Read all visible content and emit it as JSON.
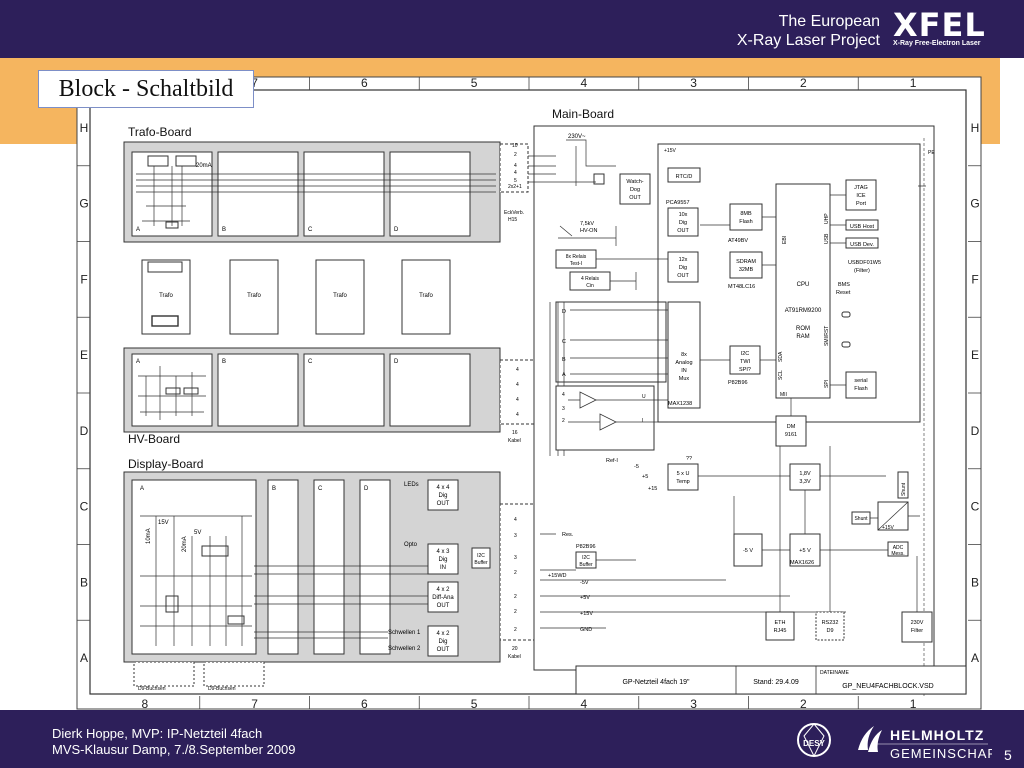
{
  "header": {
    "org_line1": "The European",
    "org_line2": "X-Ray Laser Project",
    "logo_text": "XFEL",
    "logo_subtitle": "X-Ray Free-Electron Laser"
  },
  "slide": {
    "title": "Block - Schaltbild",
    "page_number": "5"
  },
  "footer": {
    "line1": "Dierk Hoppe, MVP:  IP-Netzteil 4fach",
    "line2": "MVS-Klausur Damp, 7./8.September 2009",
    "desy_label": "DESY",
    "helmholtz_line1": "HELMHOLTZ",
    "helmholtz_line2": "GEMEINSCHAFT"
  },
  "schematic": {
    "grid_cols": [
      "8",
      "7",
      "6",
      "5",
      "4",
      "3",
      "2",
      "1"
    ],
    "grid_rows": [
      "H",
      "G",
      "F",
      "E",
      "D",
      "C",
      "B",
      "A"
    ],
    "trafo_board": {
      "title": "Trafo-Board",
      "relay_label": "20mA",
      "slots": [
        "A",
        "B",
        "C",
        "D"
      ]
    },
    "trafos": [
      "Trafo",
      "Trafo",
      "Trafo",
      "Trafo"
    ],
    "hv_board": {
      "title": "HV-Board",
      "slots": [
        "A",
        "B",
        "C",
        "D"
      ]
    },
    "display_board": {
      "title": "Display-Board",
      "slots": [
        "A",
        "B",
        "C",
        "D"
      ],
      "leds_label": "LEDs",
      "led_block": [
        "4 x 4",
        "Dig",
        "OUT"
      ],
      "opto_label": "Opto",
      "dig_in_block": [
        "4 x 3",
        "Dig",
        "IN"
      ],
      "diff_block": [
        "4 x 2",
        "Diff-Ana",
        "OUT"
      ],
      "dig_out_block": [
        "4 x 2",
        "Dig",
        "OUT"
      ],
      "schwellen1": "Schwellen 1",
      "schwellen2": "Schwellen 2",
      "i2c_buffer": [
        "I2C",
        "Buffer"
      ],
      "v15": "15V",
      "v5": "5V",
      "ma10": "10mA",
      "ma20": "20mA"
    },
    "connectors": {
      "c1_label1": "EckVerb.",
      "c1_label2": "H15",
      "c1_pins": [
        "10",
        "2",
        "4",
        "4",
        "5",
        "2x2+1"
      ],
      "c2_pins": [
        "4",
        "4",
        "4",
        "4"
      ],
      "c2_cable": [
        "16",
        "Kabel"
      ],
      "c3_pins": [
        "4",
        "3",
        "3",
        "2",
        "2",
        "2",
        "2"
      ],
      "c3_cable": [
        "20",
        "Kabel"
      ]
    },
    "main_board": {
      "title": "Main-Board",
      "mains": "230V~",
      "v15": "+15V",
      "pe": "PE",
      "rtc": "RTC/D",
      "watchdog": [
        "Watch-",
        "Dog",
        "OUT"
      ],
      "pca": "PCA9557",
      "dig10": [
        "10x",
        "Dig",
        "OUT"
      ],
      "relay_label": [
        "7,5kV",
        "HV-ON"
      ],
      "relais": [
        "8x Relais",
        "Test-I"
      ],
      "dig12": [
        "12x",
        "Dig",
        "OUT"
      ],
      "cin": [
        "4 Relais",
        "Cin"
      ],
      "ch_letters": [
        "D",
        "C",
        "B",
        "A"
      ],
      "adc": [
        "8x",
        "Analog",
        "IN",
        "Mux"
      ],
      "max1238": "MAX1238",
      "opamp_pins": [
        "4",
        "3",
        "2"
      ],
      "opamp_outputs": [
        "U",
        "I"
      ],
      "flash": [
        "8MB",
        "Flash"
      ],
      "at49": "AT49BV",
      "sdram": [
        "SDRAM",
        "32MB"
      ],
      "mt48": "MT48LC16",
      "cpu": [
        "CPU",
        "AT91RM9200",
        "ROM",
        "RAM"
      ],
      "usb_host": "USB Host",
      "usb_dev": "USB Dev.",
      "usbdf": [
        "USBDF01W5",
        "(Filter)"
      ],
      "jtag": [
        "JTAG",
        "ICE",
        "Port"
      ],
      "bms": [
        "BMS",
        "Reset"
      ],
      "i2c": [
        "I2C",
        "TWI",
        "SPI?"
      ],
      "p82": "P82B96",
      "serial": [
        "serial",
        "Flash"
      ],
      "dm": [
        "DM",
        "9161"
      ],
      "ref": "Ref-I",
      "m5": "-5",
      "p5": "+5",
      "p15": "+15",
      "temp": [
        "5 x U",
        "Temp"
      ],
      "qq": "??",
      "reg": [
        "1,8V",
        "3,3V"
      ],
      "shunt": "Shunt",
      "shunt2": "Shunt",
      "v15b": "+15V",
      "adc2": [
        "ADC",
        "Mess."
      ],
      "neg5": "-5 V",
      "pos5": "+5 V",
      "max1626": "MAX1626",
      "res": "Res.",
      "p82b": "P82B96",
      "i2c_buf": [
        "I2C",
        "Buffer"
      ],
      "v15wd": "+15WD",
      "minus5v": "-5V",
      "plus5v": "+5V",
      "plus15v": "+15V",
      "gnd": "GND",
      "eth": [
        "ETH",
        "RJ45"
      ],
      "rs232": [
        "RS232",
        "D9"
      ],
      "mains_filter": [
        "230V",
        "Filter"
      ],
      "cpu_pins": [
        "EBI",
        "USB",
        "UHP",
        "SMI/RST",
        "SCL",
        "SDA",
        "SPI",
        "MII"
      ]
    },
    "title_block": {
      "name": "GP-Netzteil  4fach  19\"",
      "stand": "Stand:  29.4.09",
      "dateiname_label": "DATEINAME",
      "dateiname": "GP_NEU4FACHBLOCK.VSD",
      "d9_left": "D9-Buchsen",
      "d9_right": "D9-Buchsen"
    }
  }
}
